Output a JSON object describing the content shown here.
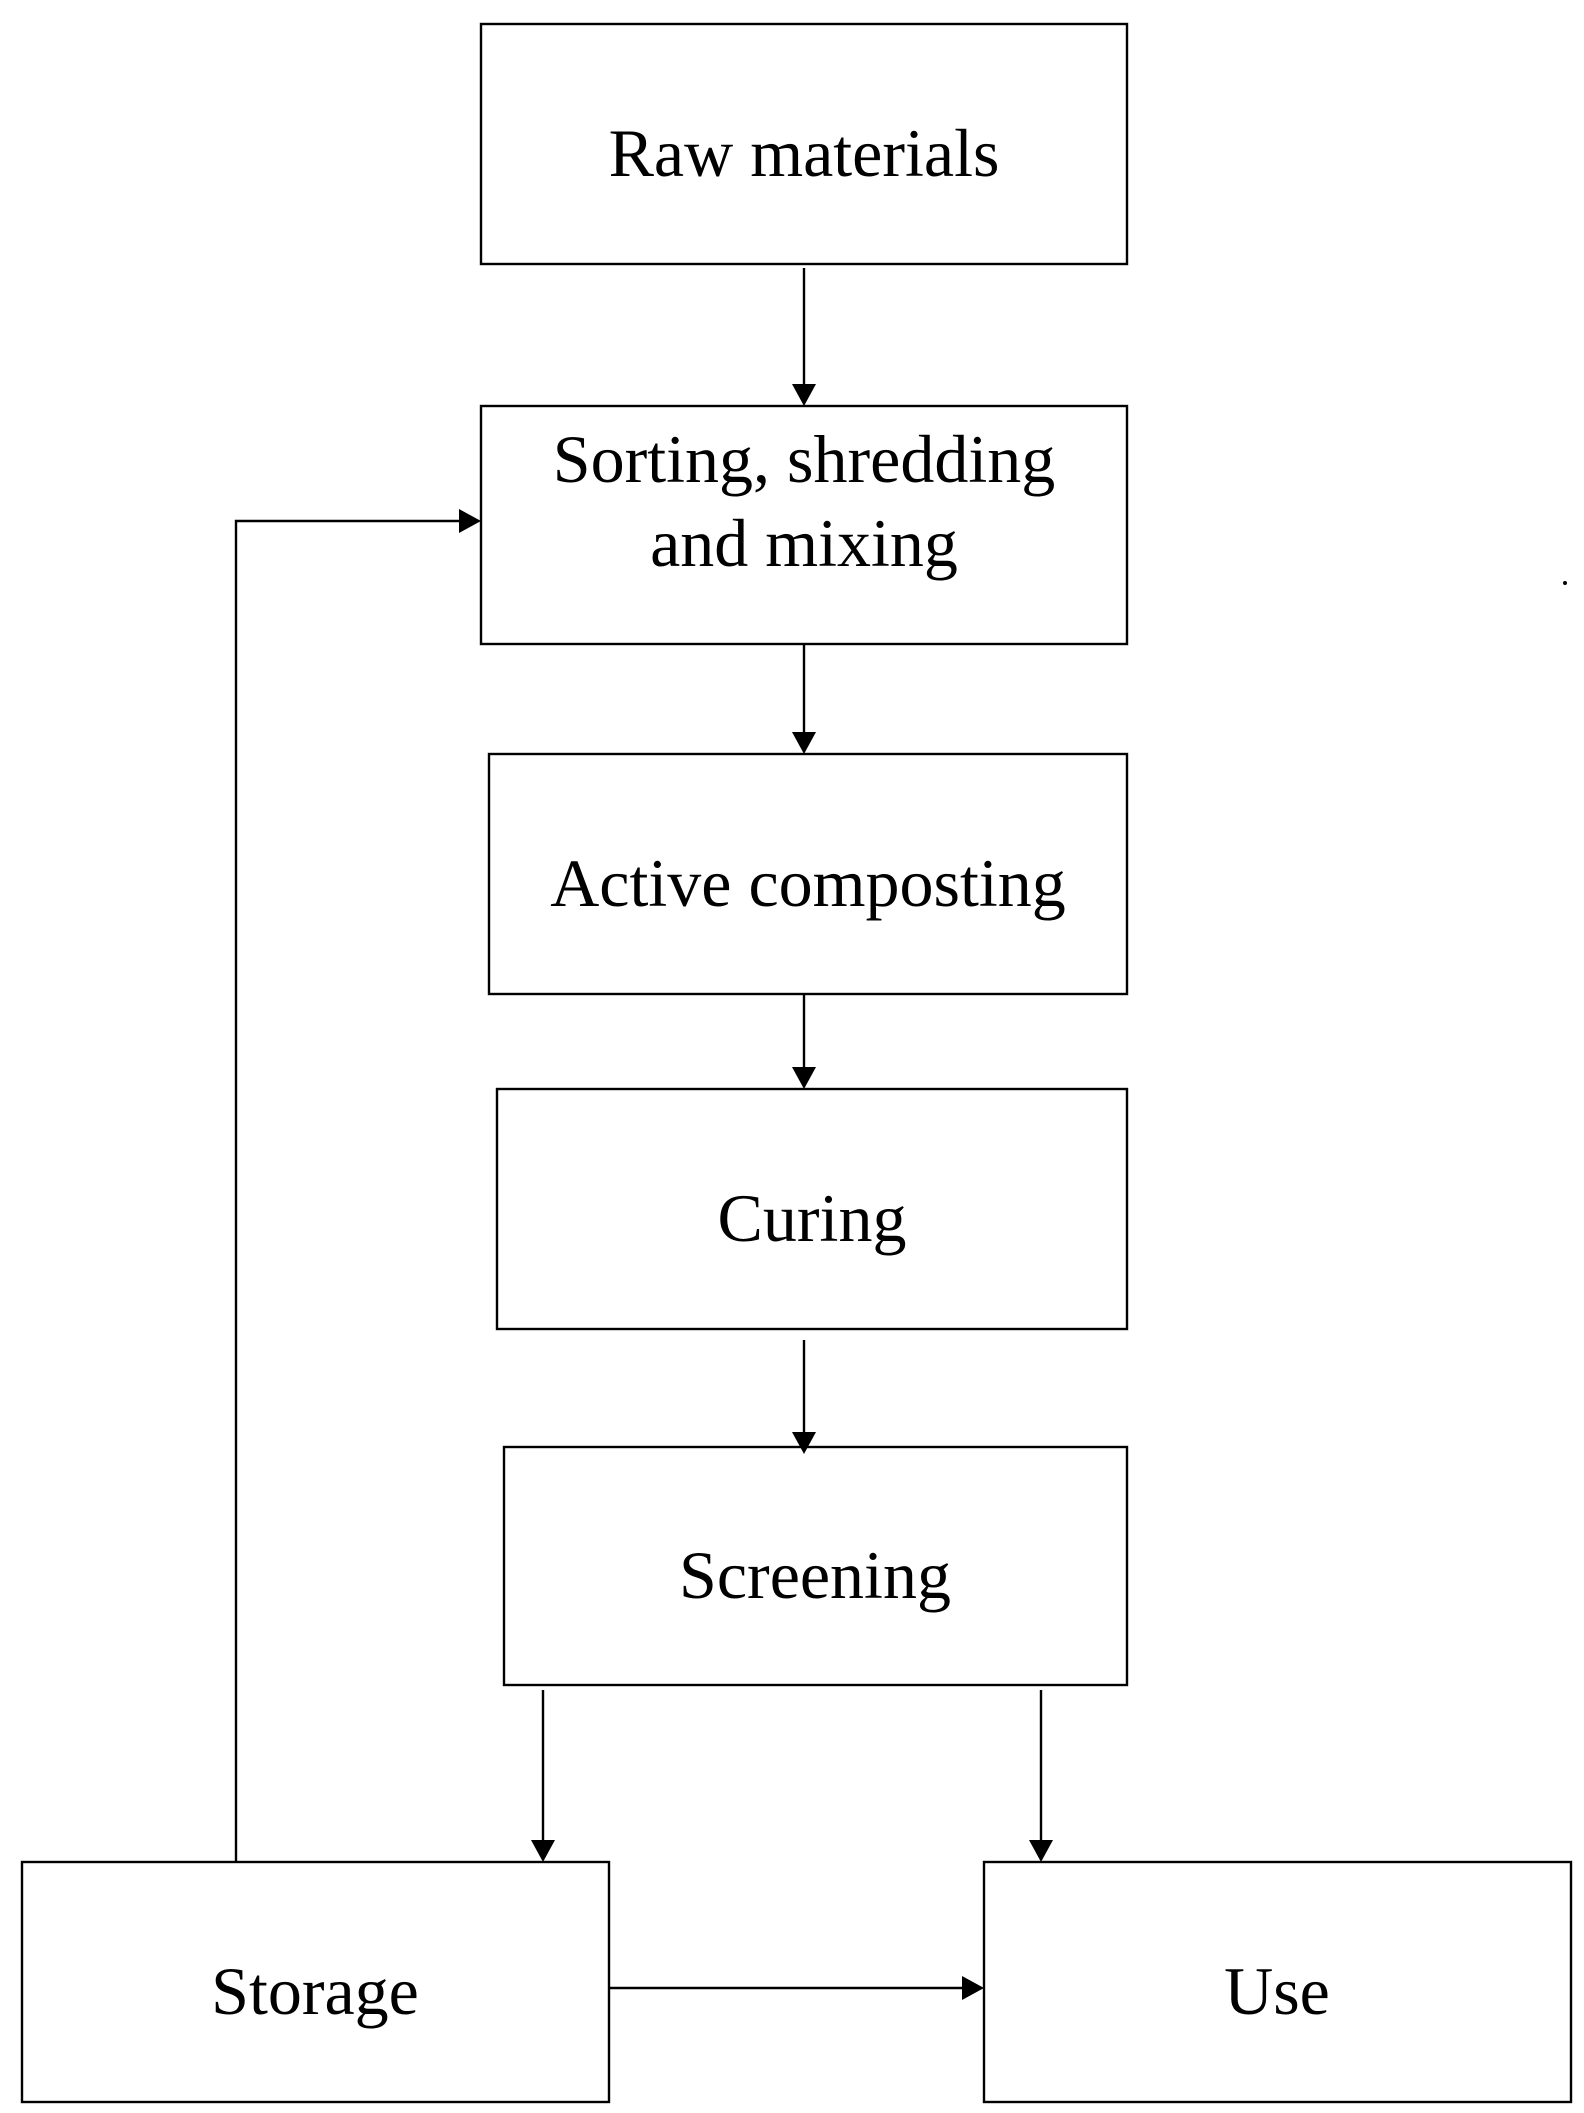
{
  "nodes": {
    "raw_materials": "Raw materials",
    "sorting_line1": "Sorting, shredding",
    "sorting_line2": "and mixing",
    "active_composting": "Active composting",
    "curing": "Curing",
    "screening": "Screening",
    "storage": "Storage",
    "use": "Use"
  },
  "edges": [
    {
      "from": "raw_materials",
      "to": "sorting"
    },
    {
      "from": "sorting",
      "to": "active_composting"
    },
    {
      "from": "active_composting",
      "to": "curing"
    },
    {
      "from": "curing",
      "to": "screening"
    },
    {
      "from": "screening",
      "to": "storage"
    },
    {
      "from": "screening",
      "to": "use"
    },
    {
      "from": "storage",
      "to": "use"
    },
    {
      "from": "storage",
      "to": "sorting"
    }
  ],
  "colors": {
    "stroke": "#000000",
    "background": "#ffffff"
  }
}
